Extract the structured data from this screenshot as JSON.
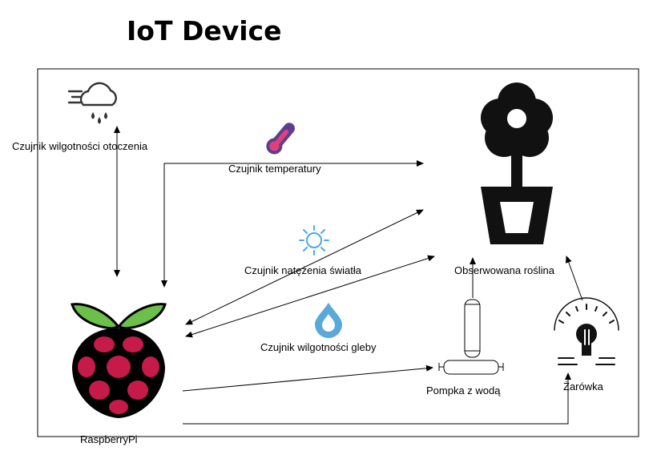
{
  "title": "IoT Device",
  "labels": {
    "humidity_air": "Czujnik wilgotności otoczenia",
    "temperature": "Czujnik temperatury",
    "light": "Czujnik natężenia światła",
    "soil": "Czujnik wilgotności gleby",
    "plant": "Obserwowana roślina",
    "pump": "Pompka z wodą",
    "bulb": "Żarówka",
    "raspberry": "RaspberryPi"
  },
  "icons": {
    "humidity_air": "rain-cloud-icon",
    "temperature": "thermometer-icon",
    "light": "sun-icon",
    "soil": "water-drop-icon",
    "plant": "flower-pot-icon",
    "pump": "water-pump-cylinder-icon",
    "bulb": "light-bulb-icon",
    "raspberry": "raspberry-pi-logo"
  },
  "colors": {
    "raspberry_red": "#c51a4a",
    "leaf_green": "#6cc04a",
    "light_blue": "#4aa8e8",
    "drop_blue": "#5aa9d8",
    "thermo_purple": "#5b3f8f",
    "thermo_pink": "#e0407a"
  }
}
